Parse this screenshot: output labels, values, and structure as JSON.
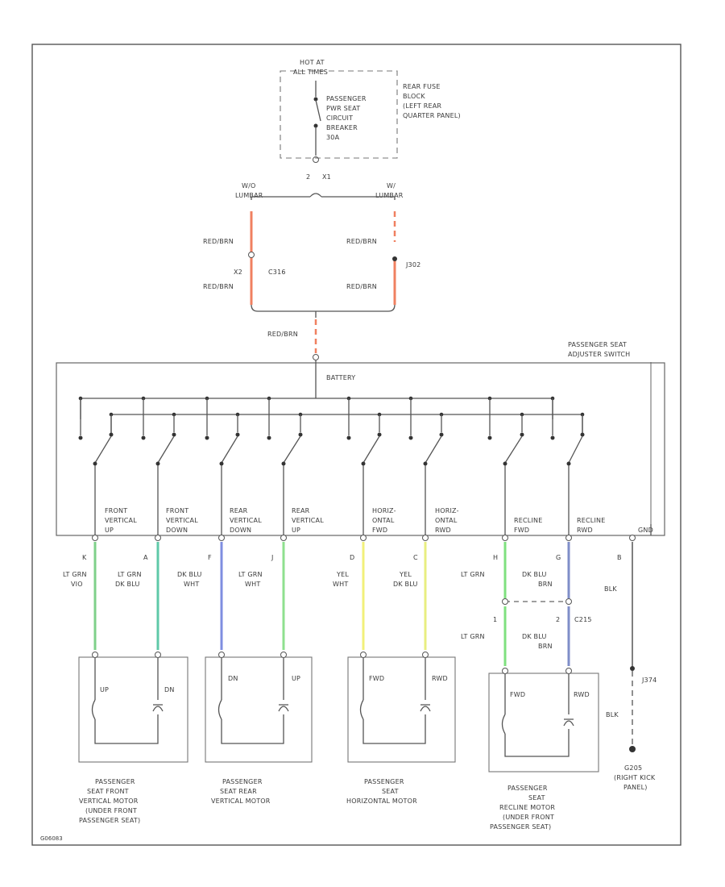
{
  "fuse_block": {
    "hot_at": [
      "HOT AT",
      "ALL TIMES"
    ],
    "breaker": [
      "PASSENGER",
      "PWR SEAT",
      "CIRCUIT",
      "BREAKER",
      "30A"
    ],
    "location": [
      "REAR FUSE",
      "BLOCK",
      "(LEFT REAR",
      "QUARTER PANEL)"
    ],
    "pins": [
      "2",
      "X1"
    ]
  },
  "feed": {
    "left_conn": [
      "W/O",
      "LUMBAR"
    ],
    "right_conn": [
      "W/",
      "LUMBAR"
    ],
    "wire_redbrn": "RED/BRN",
    "splice_left": [
      "X2",
      "C316"
    ],
    "splice_right": "J302"
  },
  "switch_assembly": {
    "name": [
      "PASSENGER SEAT",
      "ADJUSTER SWITCH"
    ],
    "battery": "BATTERY",
    "outputs": [
      [
        "FRONT",
        "VERTICAL",
        "UP"
      ],
      [
        "FRONT",
        "VERTICAL",
        "DOWN"
      ],
      [
        "REAR",
        "VERTICAL",
        "DOWN"
      ],
      [
        "REAR",
        "VERTICAL",
        "UP"
      ],
      [
        "HORIZ-",
        "ONTAL",
        "FWD"
      ],
      [
        "HORIZ-",
        "ONTAL",
        "RWD"
      ],
      [
        "RECLINE",
        "FWD"
      ],
      [
        "RECLINE",
        "RWD"
      ]
    ],
    "gnd": "GND"
  },
  "wires": [
    {
      "pin": "K",
      "label": [
        "LT GRN",
        "VIO"
      ],
      "color": "#7fd08a"
    },
    {
      "pin": "A",
      "label": [
        "LT GRN",
        "DK BLU"
      ],
      "color": "#5fc9a8"
    },
    {
      "pin": "F",
      "label": [
        "DK BLU",
        "WHT"
      ],
      "color": "#7f8ee0"
    },
    {
      "pin": "J",
      "label": [
        "LT GRN",
        "WHT"
      ],
      "color": "#8fe08f"
    },
    {
      "pin": "D",
      "label": [
        "YEL",
        "WHT"
      ],
      "color": "#f2f07a"
    },
    {
      "pin": "C",
      "label": [
        "YEL",
        "DK BLU"
      ],
      "color": "#e8ee80"
    },
    {
      "pin": "H",
      "label": [
        "LT GRN"
      ],
      "color": "#7fe07f"
    },
    {
      "pin": "G",
      "label": [
        "DK BLU",
        "BRN"
      ],
      "color": "#7f8ec8"
    },
    {
      "pin": "B",
      "label": [
        "BLK"
      ],
      "color": "#555555"
    }
  ],
  "recline_conn": {
    "pins": [
      "1",
      "2"
    ],
    "connector": "C215",
    "labels": [
      [
        "LT GRN"
      ],
      [
        "DK BLU",
        "BRN"
      ]
    ]
  },
  "ground": {
    "splice": "J374",
    "label": "BLK",
    "name": [
      "G205",
      "(RIGHT KICK",
      "PANEL)"
    ]
  },
  "motors": [
    {
      "terms": [
        "UP",
        "DN"
      ],
      "name": [
        "PASSENGER",
        "SEAT FRONT",
        "VERTICAL MOTOR",
        "(UNDER FRONT",
        "PASSENGER SEAT)"
      ]
    },
    {
      "terms": [
        "DN",
        "UP"
      ],
      "name": [
        "PASSENGER",
        "SEAT REAR",
        "VERTICAL MOTOR"
      ]
    },
    {
      "terms": [
        "FWD",
        "RWD"
      ],
      "name": [
        "PASSENGER",
        "SEAT",
        "HORIZONTAL MOTOR"
      ]
    },
    {
      "terms": [
        "FWD",
        "RWD"
      ],
      "name": [
        "PASSENGER",
        "SEAT",
        "RECLINE MOTOR",
        "(UNDER FRONT",
        "PASSENGER SEAT)"
      ]
    }
  ],
  "diagram_id": "G06083",
  "colors": {
    "redbrn": "#f08060",
    "line": "#555555"
  }
}
